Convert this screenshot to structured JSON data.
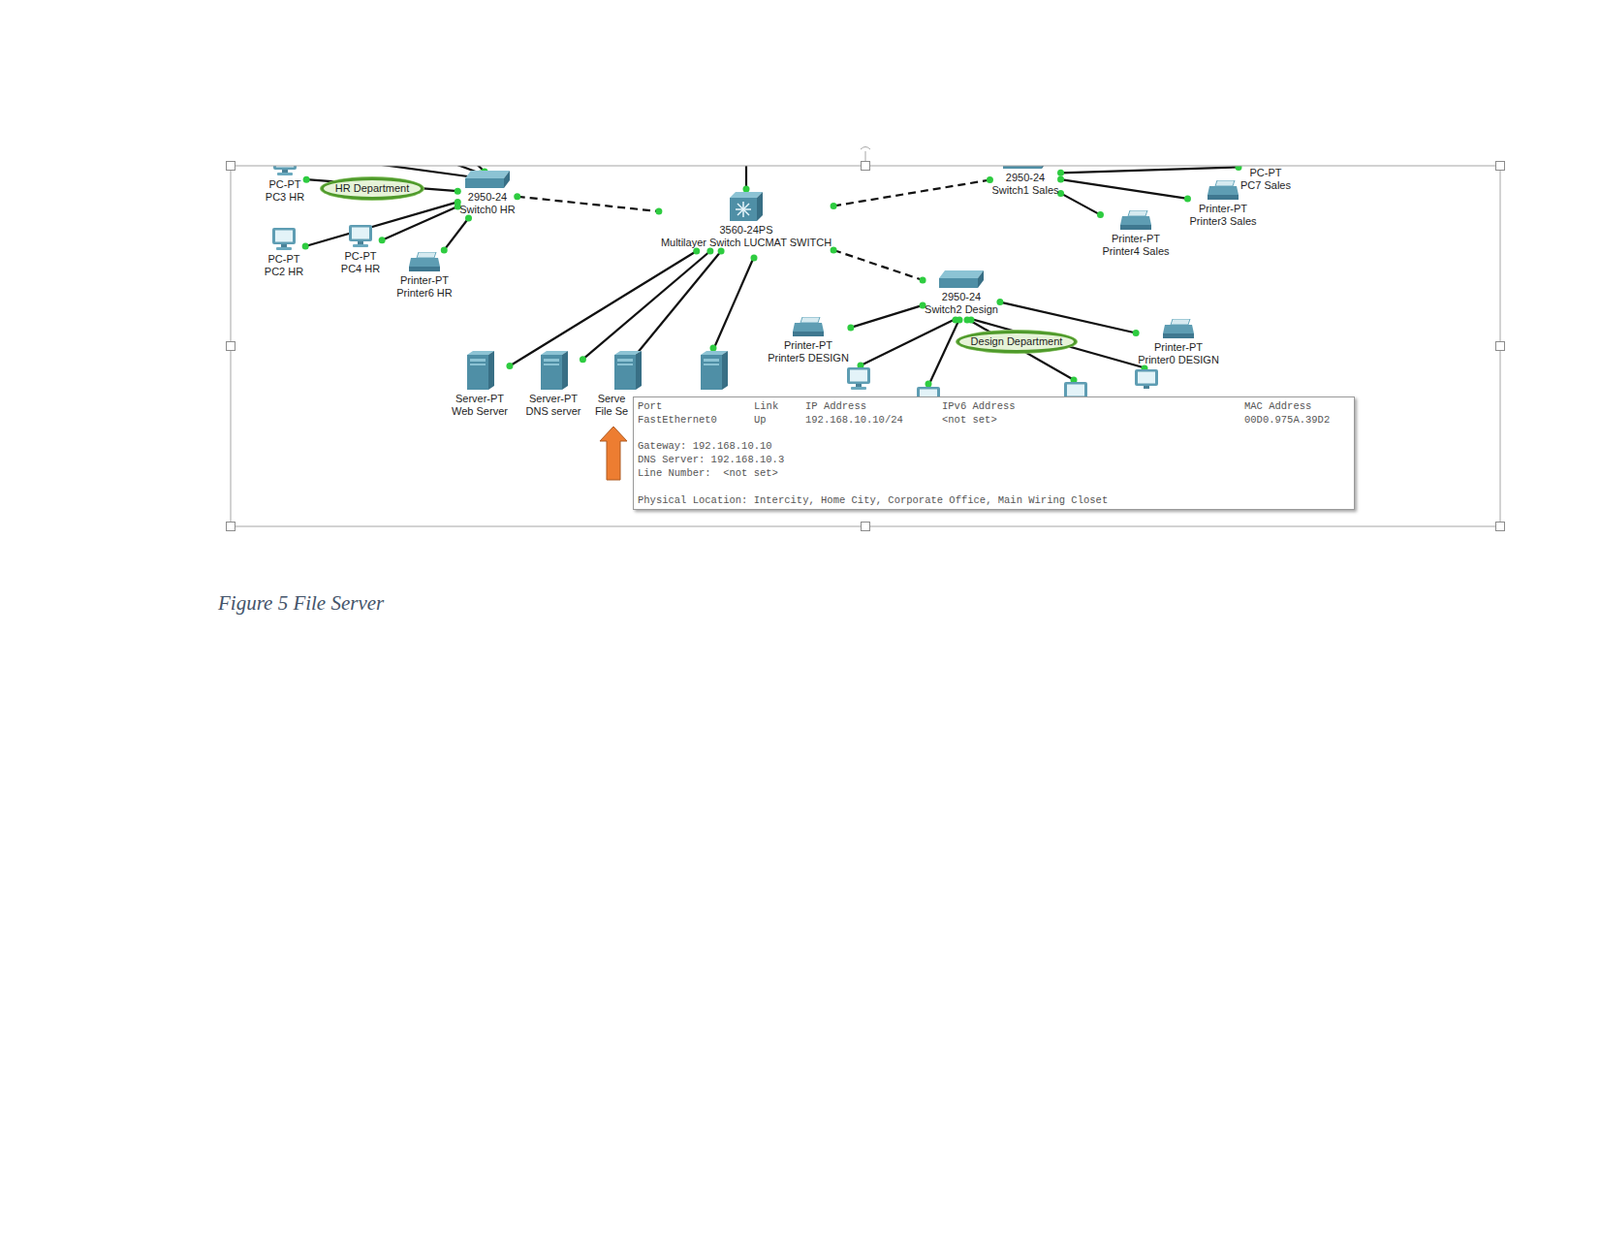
{
  "diagram": {
    "caption": "Figure 5 File Server",
    "nodes": [
      {
        "text": [
          "HR Department"
        ]
      },
      {
        "text": [
          "PC-PT",
          "PC3 HR"
        ]
      },
      {
        "text": [
          "2950-24",
          "Switch0 HR"
        ]
      },
      {
        "text": [
          "PC-PT",
          "PC2 HR"
        ]
      },
      {
        "text": [
          "PC-PT",
          "PC4 HR"
        ]
      },
      {
        "text": [
          "Printer-PT",
          "Printer6 HR"
        ]
      },
      {
        "text": [
          "3560-24PS",
          "Multilayer Switch LUCMAT SWITCH"
        ]
      },
      {
        "text": [
          "2950-24",
          "Switch1 Sales"
        ]
      },
      {
        "text": [
          "PC-PT",
          "PC7 Sales"
        ]
      },
      {
        "text": [
          "Printer-PT",
          "Printer4 Sales"
        ]
      },
      {
        "text": [
          "Printer-PT",
          "Printer3 Sales"
        ]
      },
      {
        "text": [
          "2950-24",
          "Switch2 Design"
        ]
      },
      {
        "text": [
          "Design Department"
        ]
      },
      {
        "text": [
          "Printer-PT",
          "Printer5 DESIGN"
        ]
      },
      {
        "text": [
          "Printer-PT",
          "Printer0 DESIGN"
        ]
      },
      {
        "text": [
          "Server-PT",
          "Web Server"
        ]
      },
      {
        "text": [
          "Server-PT",
          "DNS server"
        ]
      },
      {
        "text": [
          "Serve",
          "File Se"
        ]
      }
    ],
    "edges": [
      {
        "from": 2,
        "to": 1,
        "arrow": "none"
      },
      {
        "from": 2,
        "to": 3,
        "arrow": "none"
      },
      {
        "from": 2,
        "to": 4,
        "arrow": "none"
      },
      {
        "from": 2,
        "to": 5,
        "arrow": "none"
      },
      {
        "from": 2,
        "to": 6,
        "arrow": "none"
      },
      {
        "from": 6,
        "to": 7,
        "arrow": "none"
      },
      {
        "from": 6,
        "to": 11,
        "arrow": "none"
      },
      {
        "from": 6,
        "to": 15,
        "arrow": "none"
      },
      {
        "from": 6,
        "to": 16,
        "arrow": "none"
      },
      {
        "from": 6,
        "to": 17,
        "arrow": "none"
      },
      {
        "from": 7,
        "to": 8,
        "arrow": "none"
      },
      {
        "from": 7,
        "to": 9,
        "arrow": "none"
      },
      {
        "from": 7,
        "to": 10,
        "arrow": "none"
      },
      {
        "from": 11,
        "to": 13,
        "arrow": "none"
      },
      {
        "from": 11,
        "to": 14,
        "arrow": "none"
      }
    ],
    "labels": [
      "Port",
      "Link",
      "IP Address",
      "IPv6 Address",
      "MAC Address",
      "FastEthernet0",
      "Up",
      "192.168.10.10/24",
      "<not set>",
      "00D0.975A.39D2",
      "Gateway: 192.168.10.10",
      "DNS Server: 192.168.10.3",
      "Line Number:  <not set>",
      "Physical Location: Intercity, Home City, Corporate Office, Main Wiring Closet"
    ]
  }
}
